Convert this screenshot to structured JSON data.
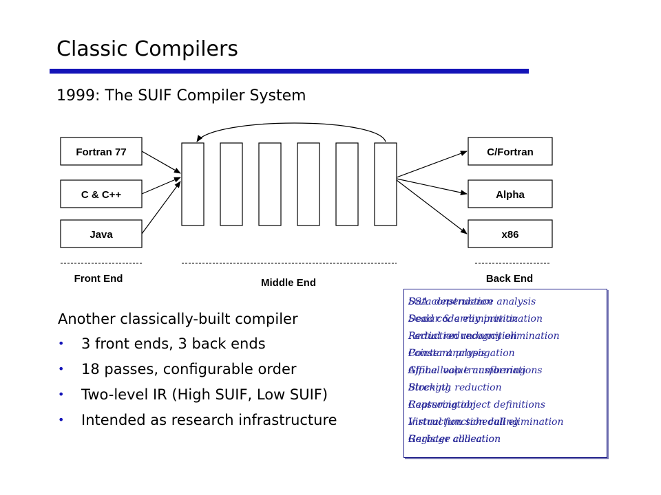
{
  "slide": {
    "title": "Classic Compilers",
    "subtitle": "1999: The SUIF Compiler System"
  },
  "diagram": {
    "front_ends": [
      "Fortran 77",
      "C & C++",
      "Java"
    ],
    "back_ends": [
      "C/Fortran",
      "Alpha",
      "x86"
    ],
    "section_labels": {
      "front": "Front End",
      "middle": "Middle End",
      "back": "Back End"
    },
    "pass_count_shown": 6
  },
  "body": {
    "lead": "Another classically-built compiler",
    "bullets": [
      "3 front ends, 3 back ends",
      "18 passes, configurable order",
      "Two-level IR (High SUIF, Low SUIF)",
      "Intended as research infrastructure"
    ]
  },
  "passes_popup": {
    "column_a": [
      "Data dependence analysis",
      "Scalar & array privitization",
      "Reduction recognition",
      "Pointer analysis",
      "Affine loop transformations",
      "Blocking",
      "Capturing object definitions",
      "Virtual function call elimination",
      "Garbage collection"
    ],
    "column_b": [
      "SSA construction",
      "Dead code elimination",
      "Partial redundancy elimination",
      "Constant propagation",
      "Global value numbering",
      "Strength reduction",
      "Reassociation",
      "Instruction scheduling",
      "Register allocation"
    ]
  },
  "colors": {
    "accent_rule": "#1414b8",
    "bullet": "#1414b8",
    "popup_text": "#2a2a9a",
    "popup_border": "#1a1a88"
  }
}
